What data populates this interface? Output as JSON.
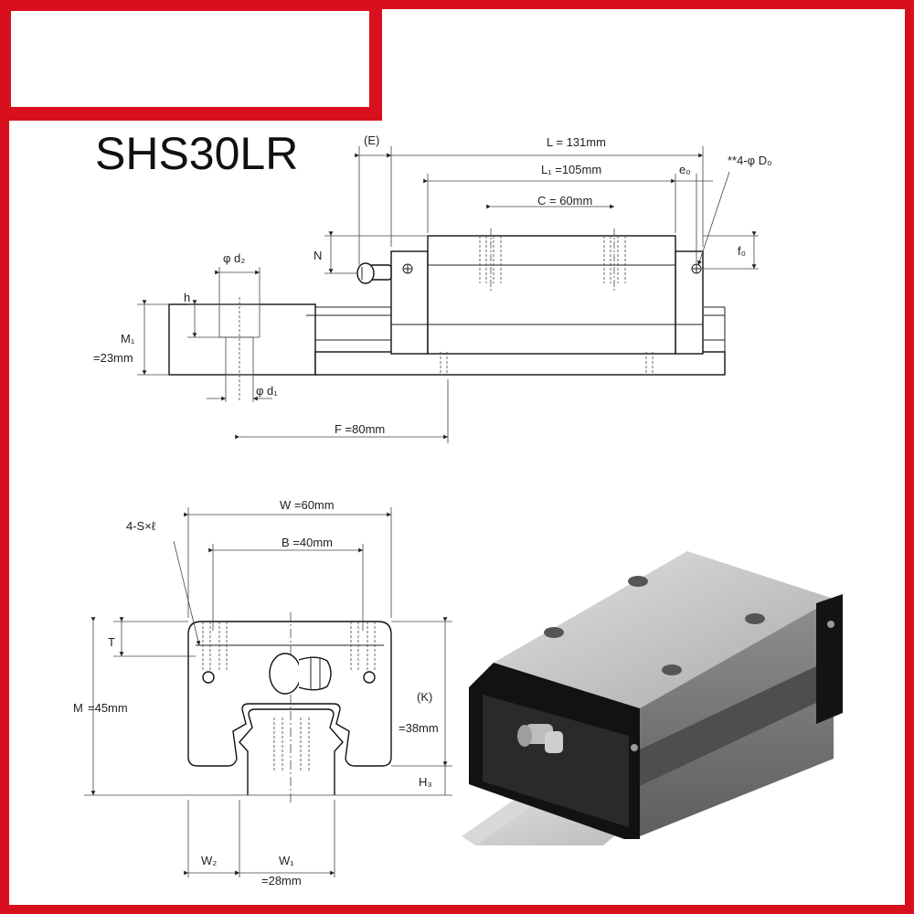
{
  "title": "SHS30LR",
  "colors": {
    "frame": "#d8101e",
    "line": "#222222",
    "block_body": "#8e8e8e",
    "end_plate": "#111111",
    "rail": "#c8c8c8"
  },
  "side_view": {
    "E": "(E)",
    "L": "L = 131mm",
    "L1": "L₁ =105mm",
    "e0": "e₀",
    "D0": "**4-φ D₀",
    "C": "C = 60mm",
    "N": "N",
    "f0": "f₀",
    "d2": "φ d₂",
    "h": "h",
    "M1": "M₁",
    "M1_value": "=23mm",
    "d1": "φ d₁",
    "F": "F =80mm"
  },
  "front_view": {
    "W": "W =60mm",
    "S": "4-S×ℓ",
    "B": "B =40mm",
    "T": "T",
    "M": "M",
    "M_value": "=45mm",
    "K": "(K)",
    "K_value": "=38mm",
    "H3": "H₃",
    "W2": "W₂",
    "W1": "W₁",
    "W1_value": "=28mm"
  }
}
